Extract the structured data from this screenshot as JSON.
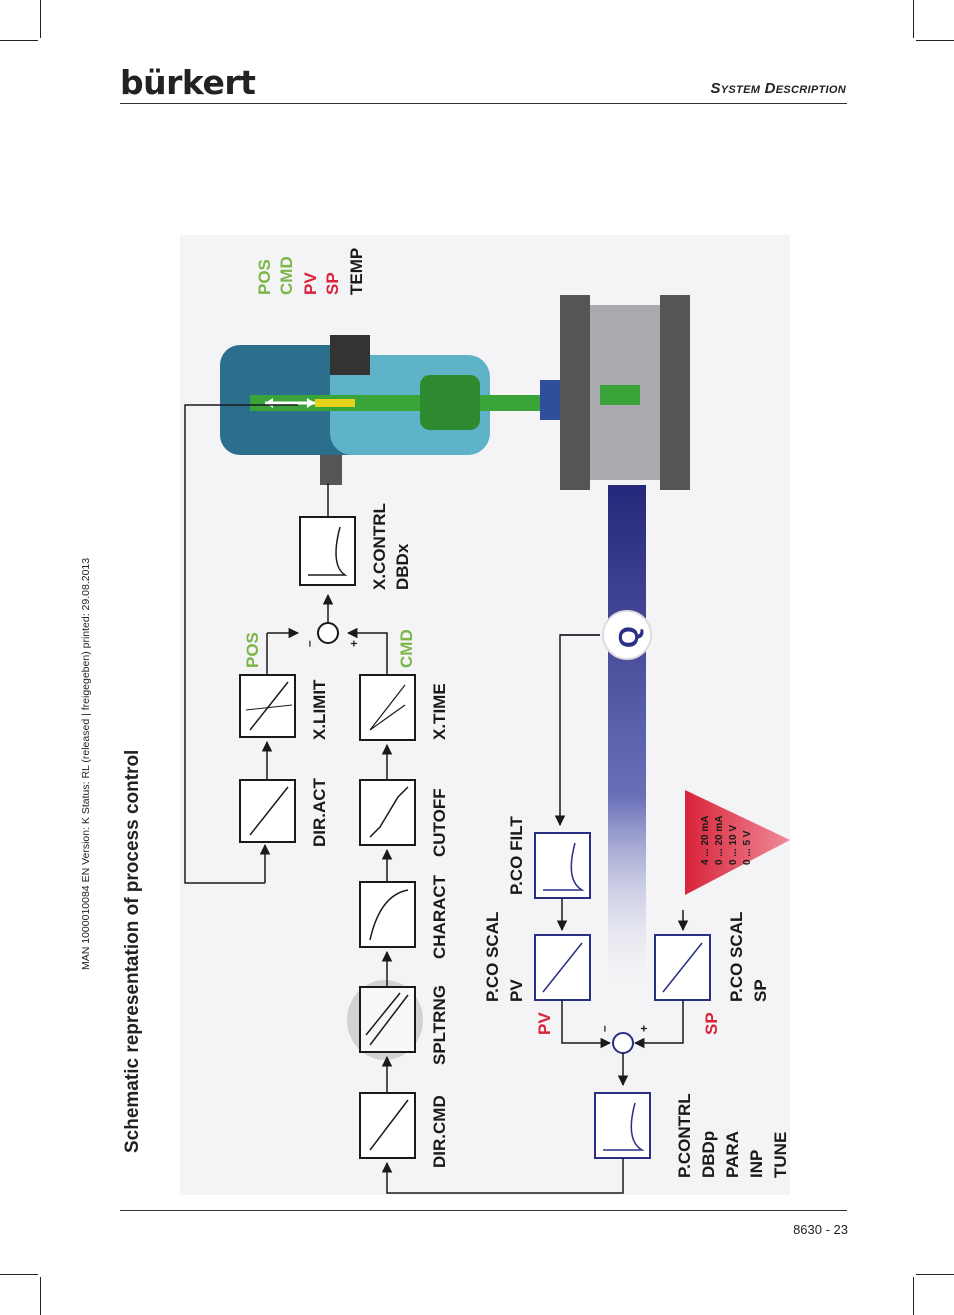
{
  "header": {
    "brand": "bürkert",
    "section": "System Description"
  },
  "meta_line": "MAN 1000010084 EN Version: K Status: RL (released | freigegeben) printed: 29.08.2013",
  "section_title": "Schematic representation of process control",
  "diagram": {
    "blocks": {
      "dir_cmd": "DIR.CMD",
      "spltrng": "SPLTRNG",
      "charact": "CHARACT",
      "cutoff": "CUTOFF",
      "x_time": "X.TIME",
      "dir_act": "DIR.ACT",
      "x_limit": "X.LIMIT",
      "x_contrl": "X.CONTRL",
      "dbdx": "DBDx",
      "p_co_scal_pv_1": "P.CO SCAL",
      "p_co_scal_pv_2": "PV",
      "p_co_filt": "P.CO FILT",
      "p_co_scal_sp_1": "P.CO SCAL",
      "p_co_scal_sp_2": "SP",
      "p_contrl": "P.CONTRL",
      "dbdp": "DBDp",
      "para": "PARA",
      "inp": "INP",
      "tune": "TUNE"
    },
    "signals": {
      "pos": "POS",
      "cmd": "CMD",
      "pv": "PV",
      "sp": "SP",
      "temp": "TEMP",
      "q": "Q",
      "minus": "–",
      "plus": "+"
    },
    "input_ranges": [
      "4 ... 20 mA",
      "0 ... 20 mA",
      "0 ... 10 V",
      "0 ... 5 V"
    ],
    "colors": {
      "green": "#7ab648",
      "red": "#d8233a",
      "blue": "#2a2f86",
      "black": "#1a1a1a"
    }
  },
  "footer": {
    "page": "8630 - 23"
  }
}
